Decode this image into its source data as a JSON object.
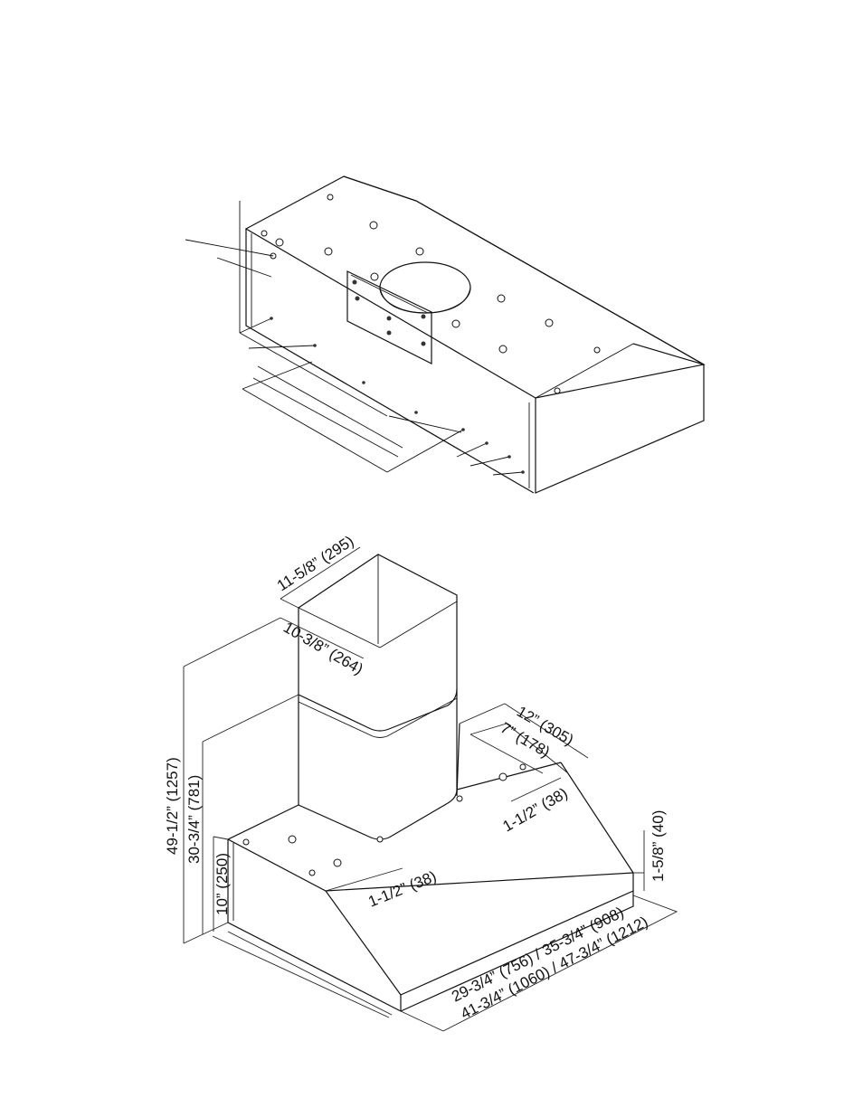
{
  "dimensions": {
    "total_height": "49-1/2” (1257)",
    "chimney_height": "30-3/4” (781)",
    "hood_height": "10” (250)",
    "chimney_width": "11-5/8” (295)",
    "chimney_depth": "10-3/8” (264)",
    "depth_overall": "12” (305)",
    "depth_offset": "7” (178)",
    "back_offset": "1-1/2” (38)",
    "front_offset": "1-1/2” (38)",
    "lip_height": "1-5/8” (40)",
    "hood_width": "29-3/4” (756) / 35-3/4” (908)",
    "hood_width_total": "41-3/4” (1060) / 47-3/4” (1212)"
  }
}
